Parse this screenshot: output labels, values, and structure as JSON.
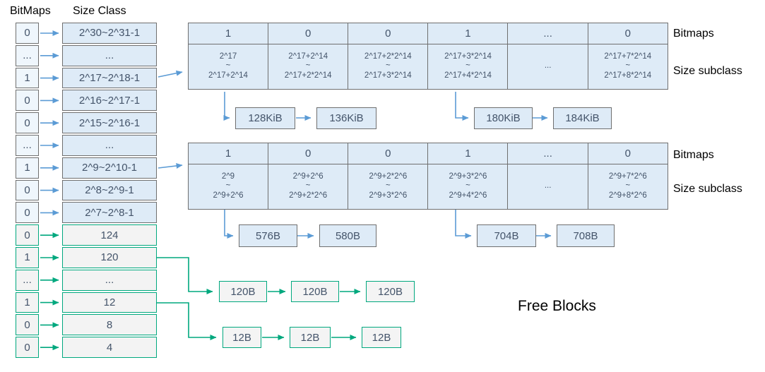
{
  "headers": {
    "bitmaps_col": "BitMaps",
    "size_class_col": "Size Class"
  },
  "left": {
    "rows": [
      {
        "bit": "0",
        "size": "2^30~2^31-1"
      },
      {
        "bit": "...",
        "size": "..."
      },
      {
        "bit": "1",
        "size": "2^17~2^18-1"
      },
      {
        "bit": "0",
        "size": "2^16~2^17-1"
      },
      {
        "bit": "0",
        "size": "2^15~2^16-1"
      },
      {
        "bit": "...",
        "size": "..."
      },
      {
        "bit": "1",
        "size": "2^9~2^10-1"
      },
      {
        "bit": "0",
        "size": "2^8~2^9-1"
      },
      {
        "bit": "0",
        "size": "2^7~2^8-1"
      },
      {
        "bit": "0",
        "size": "124"
      },
      {
        "bit": "1",
        "size": "120"
      },
      {
        "bit": "...",
        "size": "..."
      },
      {
        "bit": "1",
        "size": "12"
      },
      {
        "bit": "0",
        "size": "8"
      },
      {
        "bit": "0",
        "size": "4"
      }
    ]
  },
  "tables": [
    {
      "label_bitmaps": "Bitmaps",
      "label_subclass": "Size subclass",
      "bits": [
        "1",
        "0",
        "0",
        "1",
        "...",
        "0"
      ],
      "subclasses": [
        {
          "top": "2^17",
          "mid": "~",
          "bottom": "2^17+2^14"
        },
        {
          "top": "2^17+2^14",
          "mid": "~",
          "bottom": "2^17+2*2^14"
        },
        {
          "top": "2^17+2*2^14",
          "mid": "~",
          "bottom": "2^17+3*2^14"
        },
        {
          "top": "2^17+3*2^14",
          "mid": "~",
          "bottom": "2^17+4*2^14"
        },
        {
          "top": "",
          "mid": "...",
          "bottom": ""
        },
        {
          "top": "2^17+7*2^14",
          "mid": "~",
          "bottom": "2^17+8*2^14"
        }
      ],
      "free_chains": [
        [
          "128KiB",
          "136KiB"
        ],
        [
          "180KiB",
          "184KiB"
        ]
      ]
    },
    {
      "label_bitmaps": "Bitmaps",
      "label_subclass": "Size subclass",
      "bits": [
        "1",
        "0",
        "0",
        "1",
        "...",
        "0"
      ],
      "subclasses": [
        {
          "top": "2^9",
          "mid": "~",
          "bottom": "2^9+2^6"
        },
        {
          "top": "2^9+2^6",
          "mid": "~",
          "bottom": "2^9+2*2^6"
        },
        {
          "top": "2^9+2*2^6",
          "mid": "~",
          "bottom": "2^9+3*2^6"
        },
        {
          "top": "2^9+3*2^6",
          "mid": "~",
          "bottom": "2^9+4*2^6"
        },
        {
          "top": "",
          "mid": "...",
          "bottom": ""
        },
        {
          "top": "2^9+7*2^6",
          "mid": "~",
          "bottom": "2^9+8*2^6"
        }
      ],
      "free_chains": [
        [
          "576B",
          "580B"
        ],
        [
          "704B",
          "708B"
        ]
      ]
    }
  ],
  "green_chains": [
    [
      "120B",
      "120B",
      "120B"
    ],
    [
      "12B",
      "12B",
      "12B"
    ]
  ],
  "free_blocks_label": "Free Blocks",
  "colors": {
    "blue": "#5B9BD5",
    "teal": "#00A87E",
    "fill_blue": "#DEEBF7",
    "fill_gray": "#F3F3F3"
  }
}
